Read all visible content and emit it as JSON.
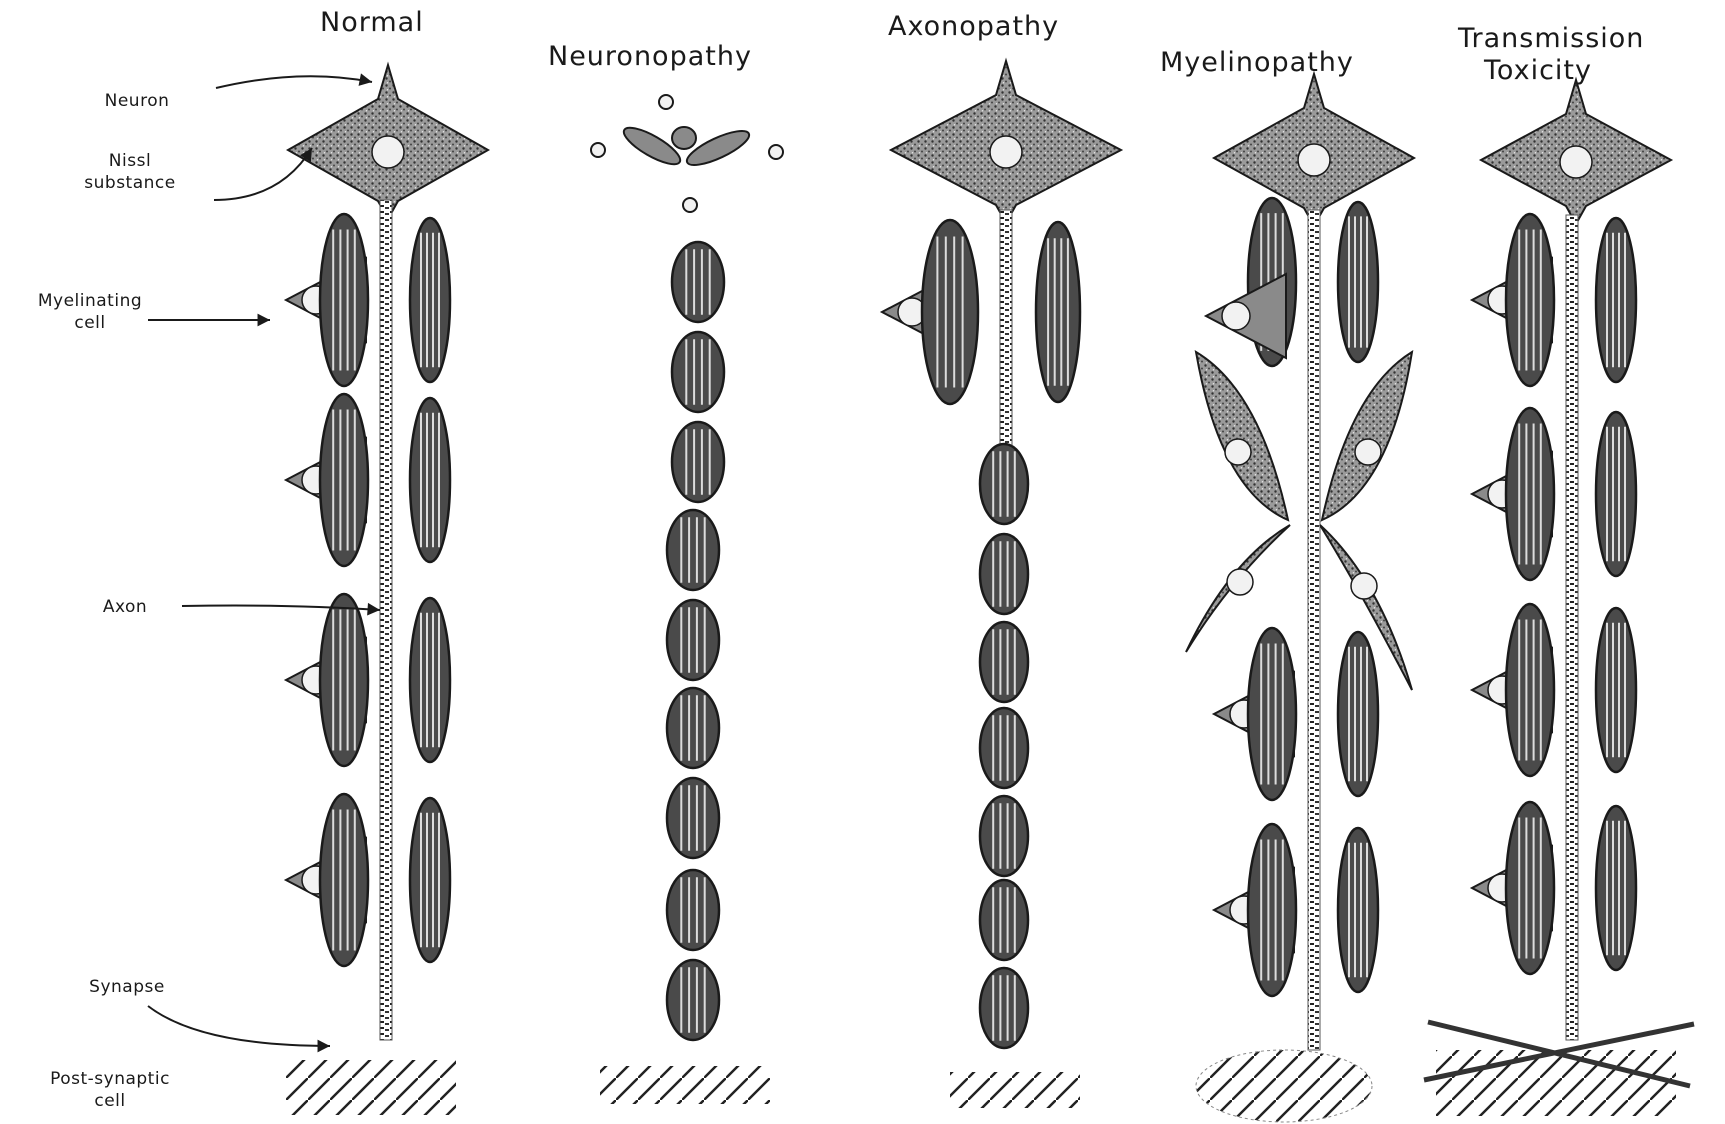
{
  "titles": {
    "normal": "Normal",
    "neuronopathy": "Neuronopathy",
    "axonopathy": "Axonopathy",
    "myelinopathy": "Myelinopathy",
    "transmission_line1": "Transmission",
    "transmission_line2": "Toxicity"
  },
  "labels": {
    "neuron": "Neuron",
    "nissl_line1": "Nissl",
    "nissl_line2": "substance",
    "myelinating_line1": "Myelinating",
    "myelinating_line2": "cell",
    "axon": "Axon",
    "synapse": "Synapse",
    "postsynaptic_line1": "Post-synaptic",
    "postsynaptic_line2": "cell"
  },
  "colors": {
    "ink": "#1a1a1a",
    "dark_fill": "#4a4a4a",
    "stipple_fill": "#8c8c8c",
    "nucleus": "#f2f2f2",
    "background": "#ffffff"
  }
}
